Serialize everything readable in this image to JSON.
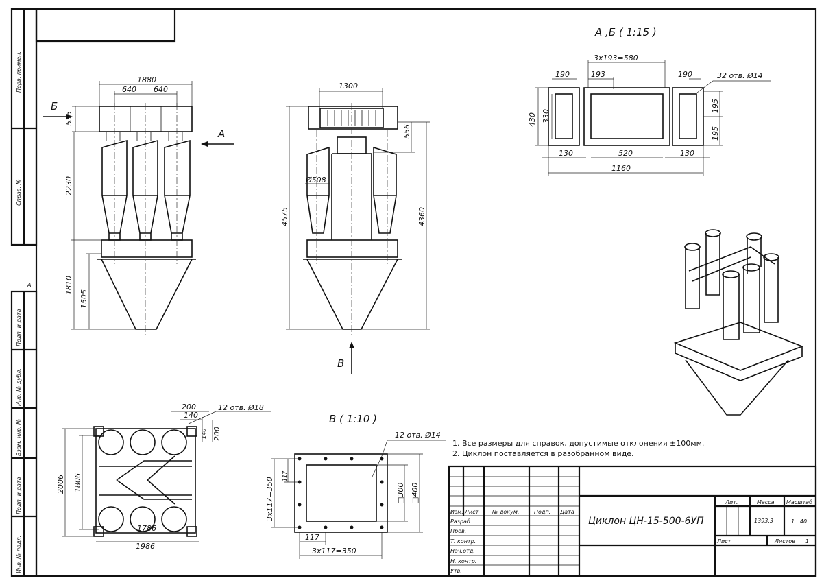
{
  "side_margin": {
    "labels": [
      "Перв. примен.",
      "Справ. №",
      "Подп. и дата",
      "Инв. № дубл.",
      "Взам. инв. №",
      "Подп. и дата",
      "Инв. № подл."
    ],
    "marker": "А"
  },
  "front_view": {
    "dims": {
      "overall_width": "1880",
      "pitch_1": "640",
      "pitch_2": "640",
      "inlet_height": "535",
      "cyclone_height": "2230",
      "support_height": "1810",
      "bunker_height": "1505"
    },
    "arrow_b": "Б",
    "arrow_a": "А"
  },
  "side_view": {
    "dims": {
      "width": "1300",
      "outlet": "556",
      "diameter": "Ø508",
      "total_height": "4575",
      "flange_height": "4360"
    },
    "arrow_v": "В"
  },
  "view_ab": {
    "title": "А ,Б ( 1:15 )",
    "dims": {
      "pitch_total": "3х193=580",
      "side_w_left": "190",
      "pitch": "193",
      "side_w_right": "190",
      "holes": "32 отв. Ø14",
      "height_outer": "430",
      "height_inner": "330",
      "half_1": "195",
      "half_2": "195",
      "inner_left": "130",
      "inner_center": "520",
      "inner_right": "130",
      "overall": "1160"
    }
  },
  "top_view": {
    "dims": {
      "top_200": "200",
      "top_140": "140",
      "side_140": "140",
      "side_200": "200",
      "holes": "12 отв. Ø18",
      "outer_h": "2006",
      "inner_h": "1806",
      "inner_w": "1786",
      "outer_w": "1986"
    }
  },
  "view_v": {
    "title": "В ( 1:10 )",
    "dims": {
      "holes": "12 отв. Ø14",
      "pitch_v": "117",
      "total_v": "3х117=350",
      "inner": "□300",
      "outer": "□400",
      "pitch_h": "117",
      "total_h": "3х117=350"
    }
  },
  "notes": [
    "1. Все размеры для справок, допустимые отклонения ±100мм.",
    "2. Циклон поставляется в разобранном виде."
  ],
  "title_block": {
    "headers": [
      "Изм.",
      "Лист",
      "№ докум.",
      "Подп.",
      "Дата"
    ],
    "roles": [
      "Разраб.",
      "Пров.",
      "Т. контр.",
      "Нач.отд.",
      "Н. контр.",
      "Утв."
    ],
    "name": "Циклон ЦН-15-500-6УП",
    "lit_label": "Лит.",
    "mass_label": "Масса",
    "scale_label": "Масштаб",
    "mass": "1393,3",
    "scale": "1 : 40",
    "sheet_label": "Лист",
    "sheets_label": "Листов",
    "sheets": "1"
  }
}
